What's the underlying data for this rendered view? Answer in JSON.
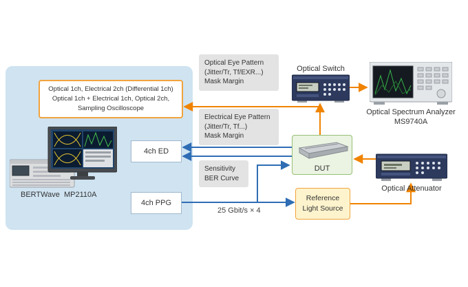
{
  "colors": {
    "arrow_orange": "#f08300",
    "arrow_blue": "#2e6db4",
    "accent_orange_border": "#f2a33c",
    "panel_bg": "#cfe3f1",
    "gray_note_bg": "#e3e3e3",
    "rls_bg": "#fdf3cd",
    "dut_bg": "#ebf3e2",
    "dut_border": "#95bf73",
    "text": "#333333"
  },
  "station": {
    "config_box_lines": [
      "Optical 1ch, Electrical 2ch (Differential 1ch)",
      "Optical 1ch + Electrical 1ch, Optical 2ch,",
      "Sampling Oscilloscope"
    ],
    "bertwave_label": "BERTWave  MP2110A",
    "ed_label": "4ch ED",
    "ppg_label": "4ch PPG"
  },
  "notes": {
    "optical_eye": [
      "Optical Eye Pattern",
      "(Jitter/Tr, Tf/EXR...)",
      "Mask Margin"
    ],
    "electrical_eye": [
      "Electrical Eye Pattern",
      "(Jitter/Tr, Tf...)",
      "Mask Margin"
    ],
    "sensitivity": [
      "Sensitivity",
      "BER Curve"
    ],
    "bitrate": "25 Gbit/s × 4"
  },
  "devices": {
    "optical_switch": "Optical Switch",
    "osa_line1": "Optical Spectrum Analyzer",
    "osa_line2": "MS9740A",
    "dut": "DUT",
    "rls_line1": "Reference",
    "rls_line2": "Light Source",
    "optical_attenuator": "Optical Attenuator"
  }
}
